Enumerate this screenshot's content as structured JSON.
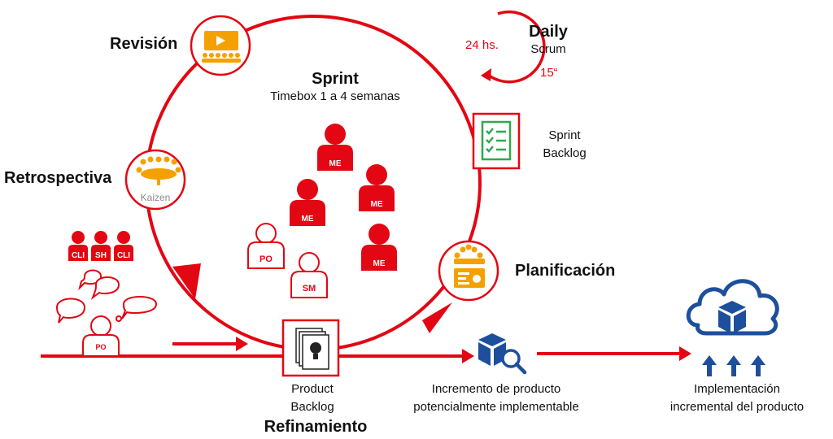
{
  "title": "Sprint",
  "subtitle": "Timebox 1 a 4 semanas",
  "events": {
    "revision": "Revisión",
    "retrospectiva": "Retrospectiva",
    "planificacion": "Planificación",
    "refinamiento": "Refinamiento",
    "daily_title": "Daily",
    "daily_sub": "Scrum",
    "daily_cycle": "24 hs.",
    "daily_time": "15“"
  },
  "artifacts": {
    "sprint_backlog_1": "Sprint",
    "sprint_backlog_2": "Backlog",
    "product_backlog_1": "Product",
    "product_backlog_2": "Backlog",
    "incremento_1": "Incremento de producto",
    "incremento_2": "potencialmente implementable",
    "implementacion_1": "Implementación",
    "implementacion_2": "incremental del producto"
  },
  "kaizen": "Kaizen",
  "roles": {
    "me": "ME",
    "po": "PO",
    "sm": "SM",
    "cli": "CLI",
    "sh": "SH"
  },
  "colors": {
    "red": "#e30613",
    "orange": "#f4a100",
    "green": "#2fa84f",
    "blue": "#1d4f9c",
    "gray": "#8a8a8a"
  }
}
